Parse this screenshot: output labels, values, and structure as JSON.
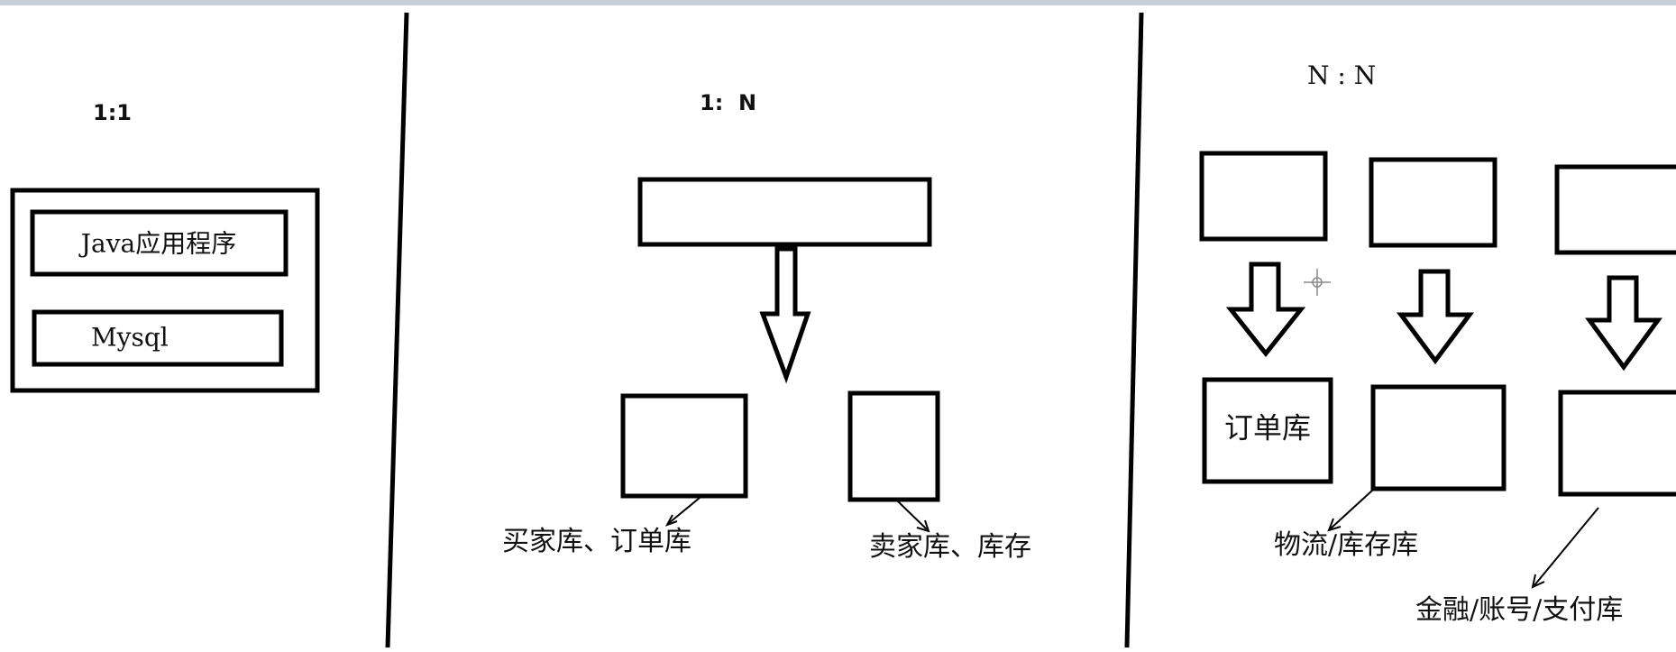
{
  "diagram": {
    "colors": {
      "stroke": "#000000",
      "background": "#ffffff",
      "top_border": "#c9d0dc"
    },
    "panel_one_to_one": {
      "title": "1:1",
      "app_label": "Java应用程序",
      "db_label": "Mysql"
    },
    "panel_one_to_n": {
      "title": "1:  N",
      "left_db_label": "买家库、订单库",
      "right_db_label": "卖家库、库存"
    },
    "panel_n_to_n": {
      "title": "N : N",
      "order_db_label": "订单库",
      "logistics_label": "物流/库存库",
      "finance_label": "金融/账号/支付库"
    }
  }
}
